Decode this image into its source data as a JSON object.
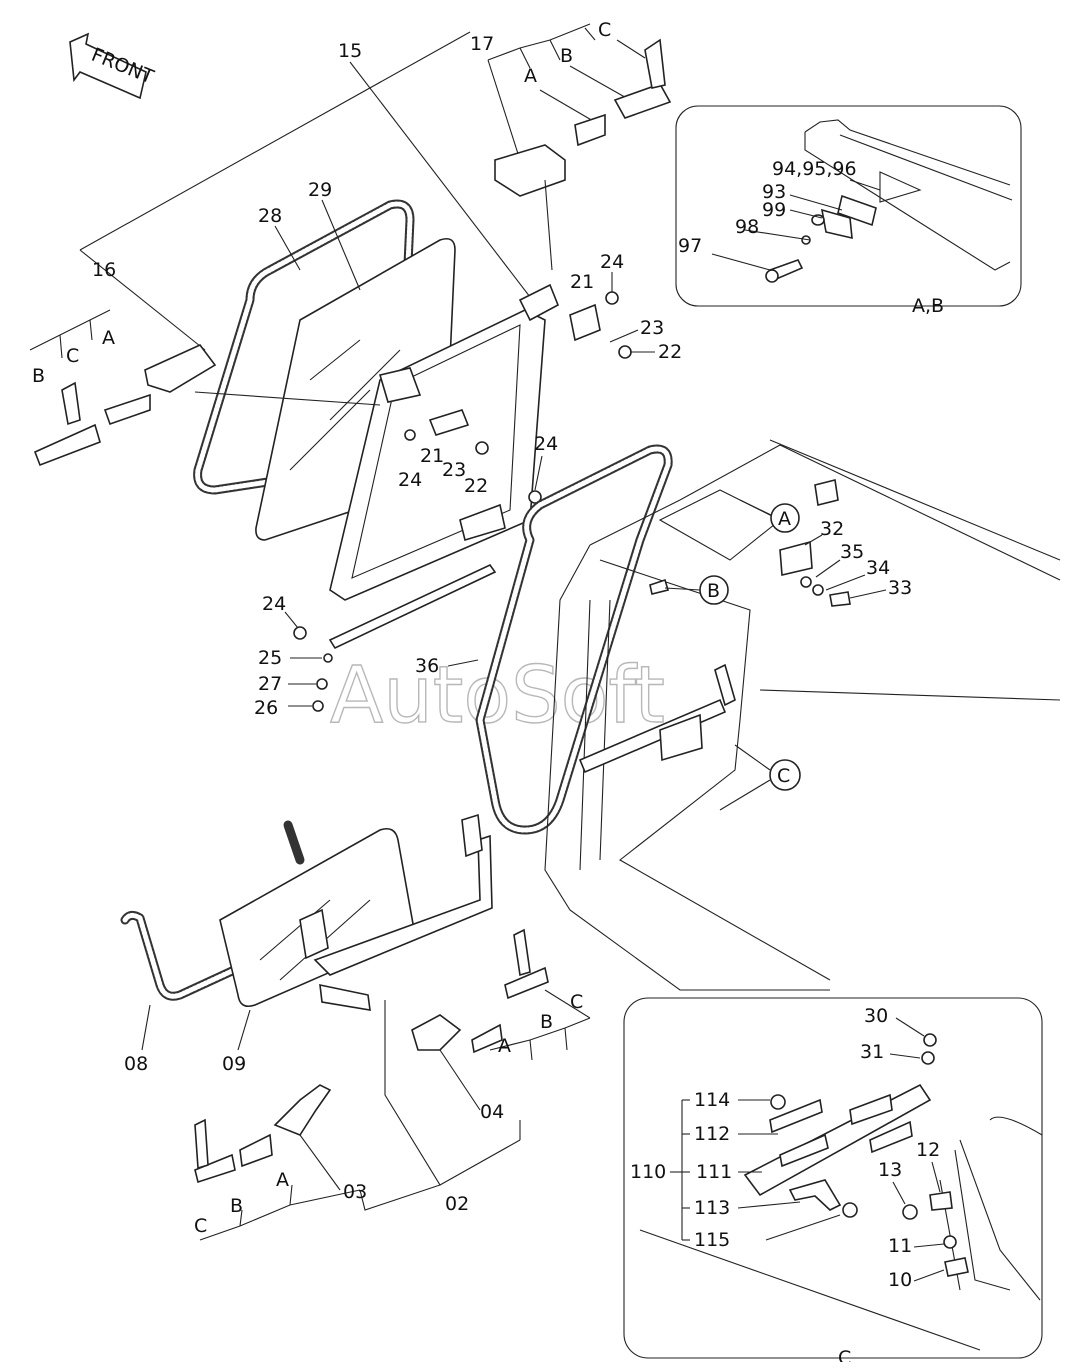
{
  "direction_label": "FRONT",
  "watermark": "AutoSoft",
  "inset_ab_caption": "A,B",
  "inset_c_caption": "C",
  "callouts": {
    "A": "A",
    "B": "B",
    "C": "C"
  },
  "labels": {
    "p15": "15",
    "p17": "17",
    "p17a": "A",
    "p17b": "B",
    "p17c": "C",
    "p29": "29",
    "p28": "28",
    "p16": "16",
    "p16a": "A",
    "p16b": "B",
    "p16c": "C",
    "p21a": "21",
    "p24a": "24",
    "p23a": "23",
    "p22a": "22",
    "p21b": "21",
    "p24b": "24",
    "p23b": "23",
    "p22b": "22",
    "p24c": "24",
    "p24d": "24",
    "p25": "25",
    "p27": "27",
    "p26": "26",
    "p36": "36",
    "p32": "32",
    "p35": "35",
    "p34": "34",
    "p33": "33",
    "p94": "94,95,96",
    "p93": "93",
    "p99": "99",
    "p98": "98",
    "p97": "97",
    "p08": "08",
    "p09": "09",
    "p04": "04",
    "p04a": "A",
    "p04b": "B",
    "p04c": "C",
    "p03": "03",
    "p03a": "A",
    "p03b": "B",
    "p03c": "C",
    "p02": "02",
    "p30": "30",
    "p31": "31",
    "p114": "114",
    "p112": "112",
    "p110": "110",
    "p111": "111",
    "p113": "113",
    "p115": "115",
    "p13": "13",
    "p12": "12",
    "p11": "11",
    "p10": "10"
  }
}
